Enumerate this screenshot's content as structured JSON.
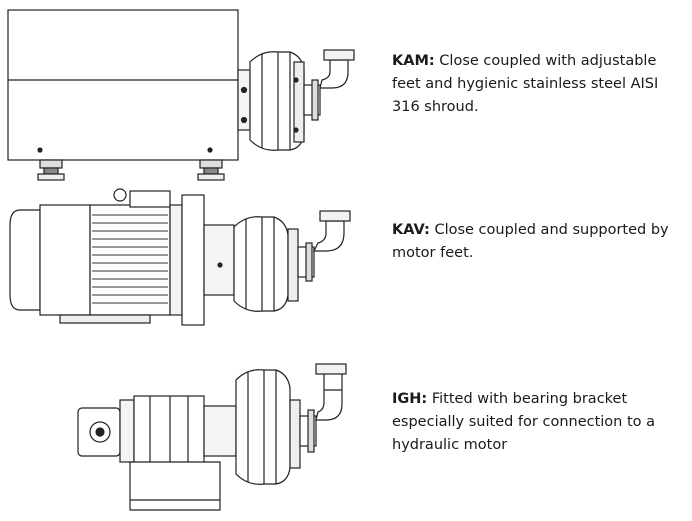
{
  "variants": [
    {
      "id": "kam",
      "term": "KAM:",
      "description": " Close coupled with adjustable feet and hygienic stainless steel AISI 316 shroud.",
      "illustration": "pump-with-shroud"
    },
    {
      "id": "kav",
      "term": "KAV:",
      "description": " Close coupled and supported by motor feet.",
      "illustration": "pump-with-motor"
    },
    {
      "id": "igh",
      "term": "IGH:",
      "description": " Fitted with bearing bracket especially suited for connection to a hydraulic motor",
      "illustration": "pump-with-bearing-bracket"
    }
  ]
}
